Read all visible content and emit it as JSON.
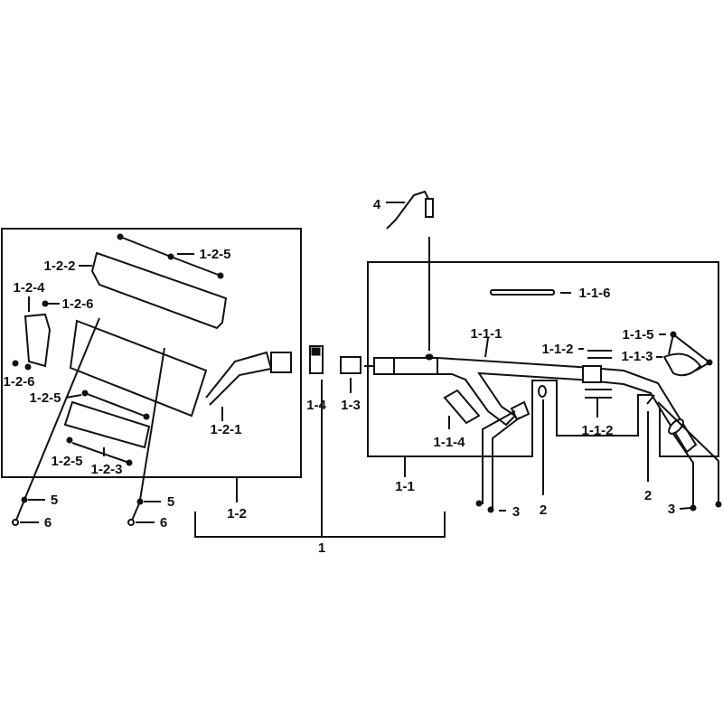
{
  "diagram": {
    "title_assembly": "1",
    "groups": {
      "muffler_assembly": "1-2",
      "front_pipe_assembly": "1-1"
    },
    "labels": {
      "sensor": "4",
      "clamp_band": "1-1-6",
      "front_pipe": "1-1-1",
      "heat_shield_screw_right": "1-1-5",
      "gasket_top": "1-1-2",
      "heat_shield_right": "1-1-3",
      "pipe_shield": "1-1-4",
      "gasket_bottom": "1-1-2",
      "nut_left": "3",
      "gasket_left": "2",
      "gasket_right": "2",
      "nut_right": "3",
      "screw_top": "1-2-5",
      "upper_heat_shield": "1-2-2",
      "end_cap": "1-2-4",
      "end_cap_screw_top": "1-2-6",
      "end_cap_screw_bottom": "1-2-6",
      "screw_left": "1-2-5",
      "screw_bottom": "1-2-5",
      "lower_heat_shield": "1-2-3",
      "muffler": "1-2-1",
      "clamp": "1-4",
      "sleeve": "1-3",
      "bolt_left": "5",
      "washer_left": "6",
      "bolt_right": "5",
      "washer_right": "6"
    }
  }
}
